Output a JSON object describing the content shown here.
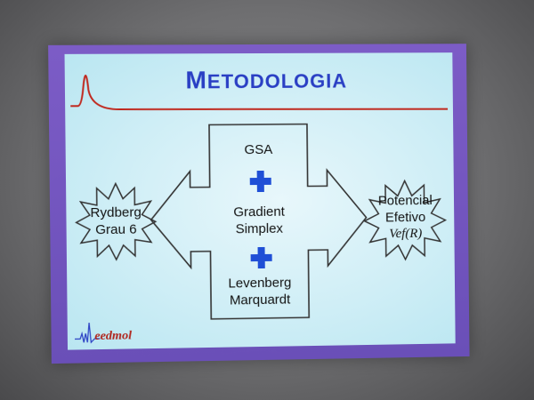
{
  "slide": {
    "title_first": "M",
    "title_rest": "ETODOLOGIA",
    "left_star": {
      "line1": "Rydberg",
      "line2": "Grau 6"
    },
    "methods": {
      "top": "GSA",
      "middle_1": "Gradient",
      "middle_2": "Simplex",
      "bottom_1": "Levenberg",
      "bottom_2": "Marquardt"
    },
    "right_star": {
      "line1": "Potencial",
      "line2": "Efetivo",
      "formula": "Vef(R)"
    },
    "logo": "eedmol"
  },
  "colors": {
    "title": "#2a3fc4",
    "plus": "#1f4fd6",
    "slide_border": "#6a4fb8",
    "slide_bg": "#cfeef6",
    "curve": "#c0281e"
  }
}
